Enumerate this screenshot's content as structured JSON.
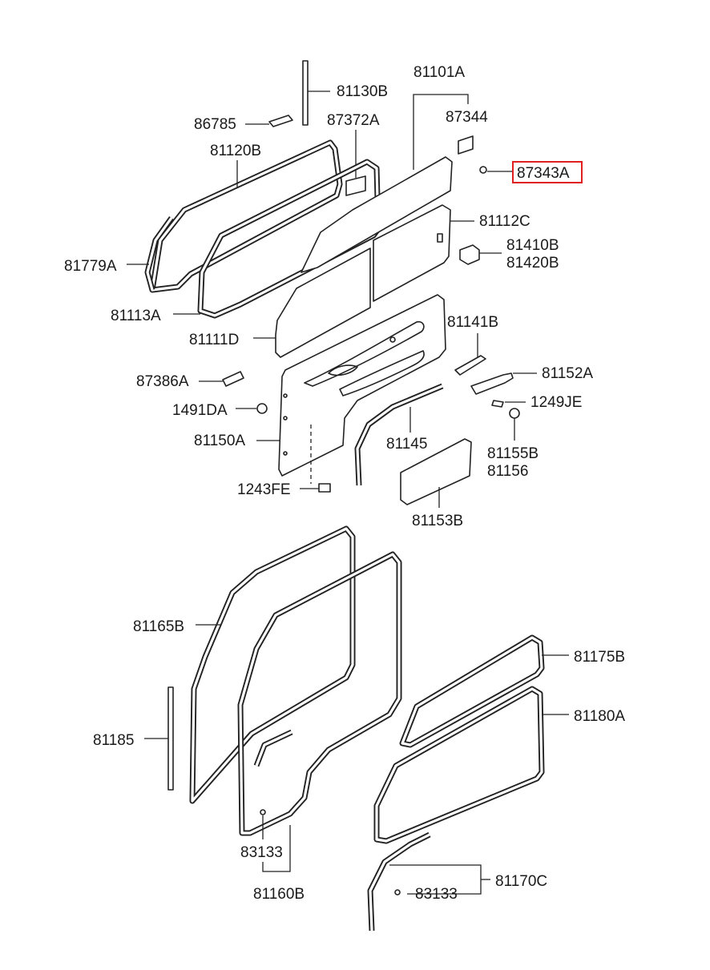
{
  "highlight_color": "#e02020",
  "labels": {
    "p81130B": "81130B",
    "p81101A": "81101A",
    "p86785": "86785",
    "p87372A": "87372A",
    "p87344": "87344",
    "p81120B": "81120B",
    "p87343A": "87343A",
    "p81112C": "81112C",
    "p81410B": "81410B",
    "p81420B": "81420B",
    "p81779A": "81779A",
    "p81113A": "81113A",
    "p81111D": "81111D",
    "p81141B": "81141B",
    "p81152A": "81152A",
    "p87386A": "87386A",
    "p1491DA": "1491DA",
    "p1249JE": "1249JE",
    "p81150A": "81150A",
    "p81145": "81145",
    "p81155B": "81155B",
    "p81156": "81156",
    "p1243FE": "1243FE",
    "p81153B": "81153B",
    "p81165B": "81165B",
    "p81175B": "81175B",
    "p81180A": "81180A",
    "p81185": "81185",
    "p83133a": "83133",
    "p81160B": "81160B",
    "p81170C": "81170C",
    "p83133b": "83133"
  }
}
